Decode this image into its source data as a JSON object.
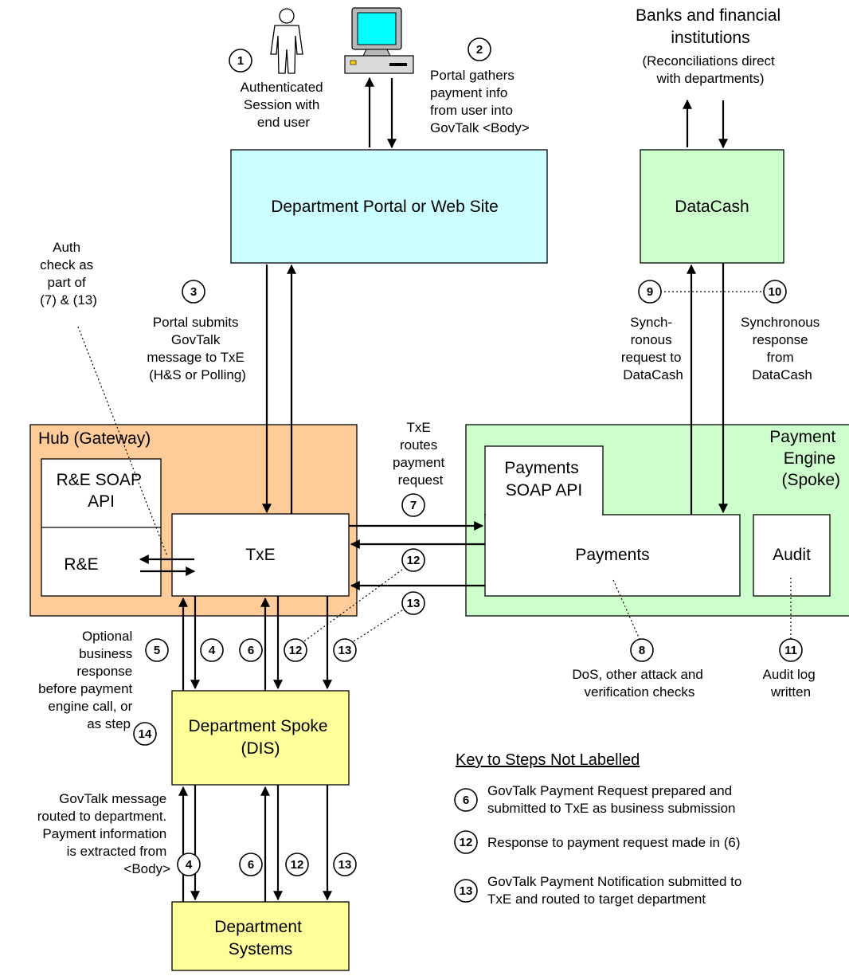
{
  "boxes": {
    "portal": "Department Portal or Web Site",
    "datacash": "DataCash",
    "hub_title": "Hub (Gateway)",
    "re_soap_api": [
      "R&E SOAP",
      "API"
    ],
    "re": "R&E",
    "txe": "TxE",
    "engine_title": [
      "Payment",
      "Engine",
      "(Spoke)"
    ],
    "payments_soap_api": [
      "Payments",
      "SOAP API"
    ],
    "payments": "Payments",
    "audit": "Audit",
    "dept_spoke": [
      "Department Spoke",
      "(DIS)"
    ],
    "dept_systems": [
      "Department",
      "Systems"
    ]
  },
  "banks": [
    "Banks and financial",
    "institutions",
    "(Reconciliations direct",
    "with departments)"
  ],
  "annotations": {
    "step1": [
      "Authenticated",
      "Session with",
      "end user"
    ],
    "step2": [
      "Portal gathers",
      "payment info",
      "from user into",
      "GovTalk <Body>"
    ],
    "auth_check": [
      "Auth",
      "check as",
      "part of",
      "(7) & (13)"
    ],
    "step3": [
      "Portal submits",
      "GovTalk",
      "message to TxE",
      "(H&S or Polling)"
    ],
    "step9": [
      "Synch-",
      "ronous",
      "request to",
      "DataCash"
    ],
    "step10": [
      "Synchronous",
      "response",
      "from",
      "DataCash"
    ],
    "step7": [
      "TxE",
      "routes",
      "payment",
      "request"
    ],
    "step5": [
      "Optional",
      "business",
      "response",
      "before payment",
      "engine call, or",
      "as step"
    ],
    "step8": [
      "DoS, other attack and",
      "verification checks"
    ],
    "step11": [
      "Audit log",
      "written"
    ],
    "step4": [
      "GovTalk message",
      "routed to department.",
      "Payment information",
      "is extracted from",
      "<Body>"
    ]
  },
  "step_numbers": [
    "1",
    "2",
    "3",
    "4",
    "5",
    "6",
    "7",
    "8",
    "9",
    "10",
    "11",
    "12",
    "13",
    "14"
  ],
  "key": {
    "title": "Key to Steps Not Labelled",
    "items": [
      {
        "num": "6",
        "lines": [
          "GovTalk Payment Request prepared and",
          "submitted to TxE as business submission"
        ]
      },
      {
        "num": "12",
        "lines": [
          "Response to payment request made in (6)"
        ]
      },
      {
        "num": "13",
        "lines": [
          "GovTalk Payment Notification submitted to",
          "TxE and routed to target department"
        ]
      }
    ]
  },
  "colors": {
    "portal": "#ccffff",
    "datacash": "#ccffcc",
    "hub": "#ffcc99",
    "engine": "#ccffcc",
    "spoke": "#ffff99",
    "inner": "#ffffff"
  }
}
